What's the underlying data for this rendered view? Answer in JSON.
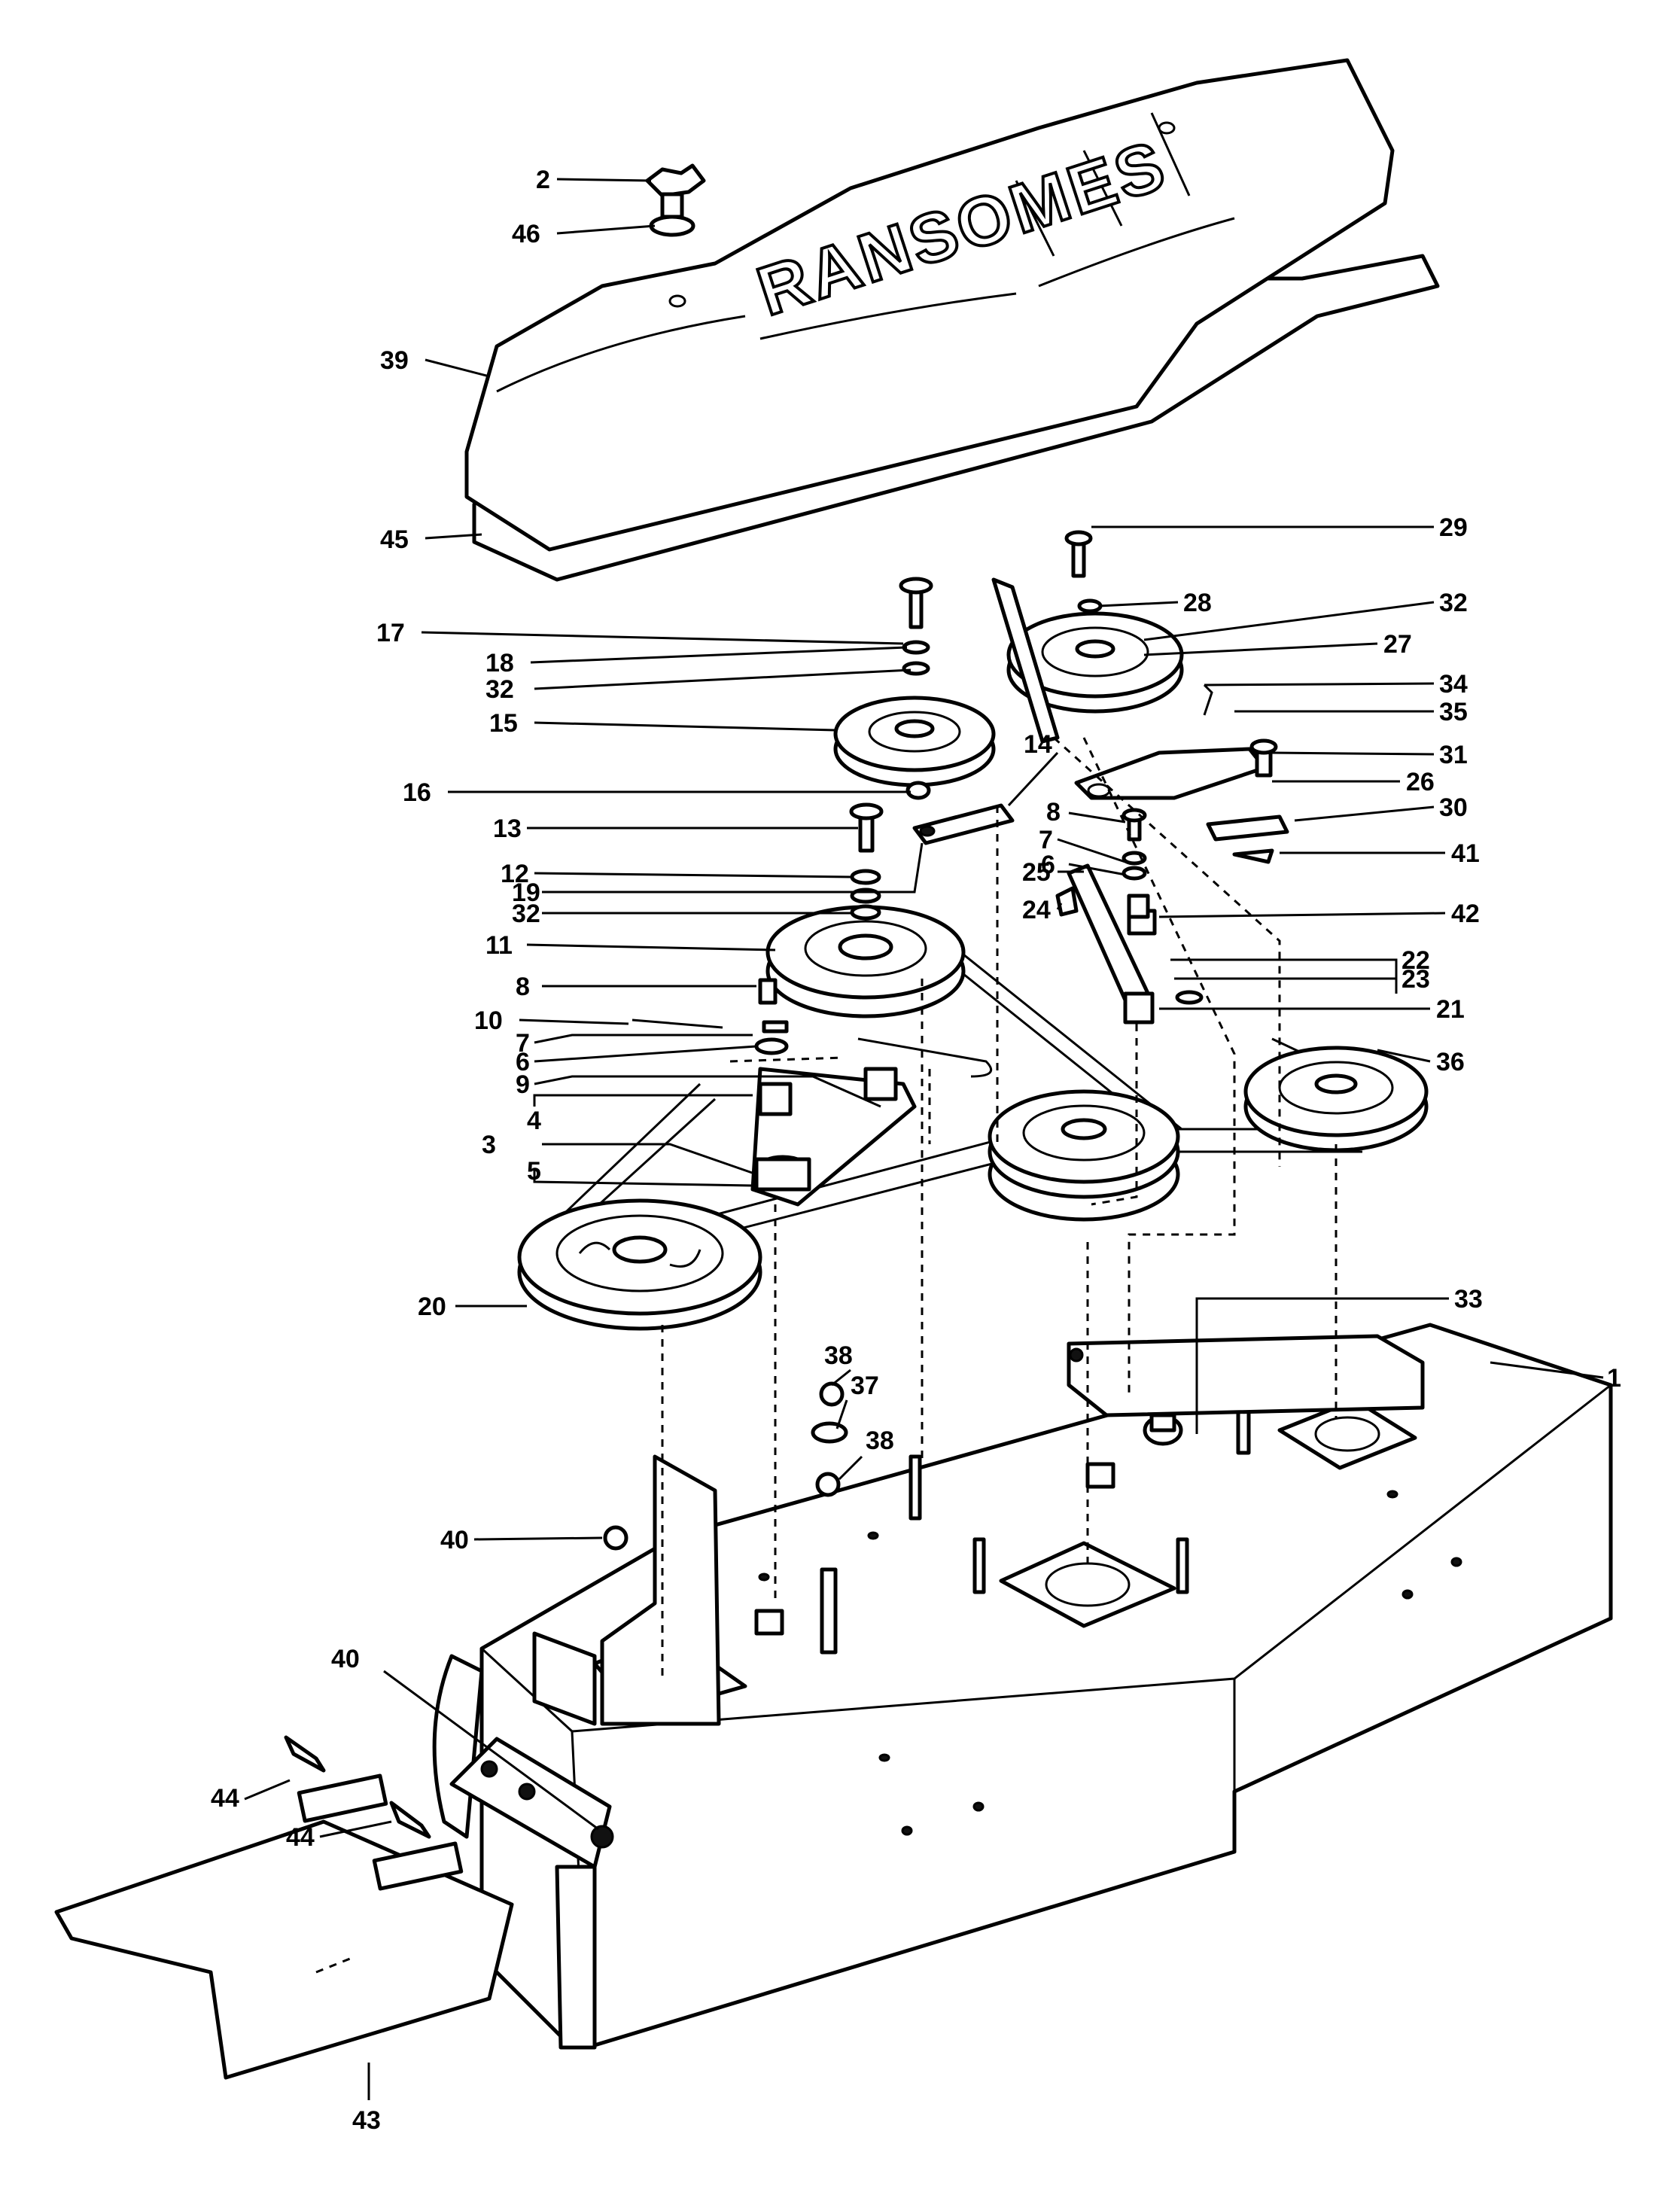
{
  "brand_text": "RANSOMES",
  "callouts": [
    {
      "id": "c2",
      "text": "2"
    },
    {
      "id": "c46",
      "text": "46"
    },
    {
      "id": "c39",
      "text": "39"
    },
    {
      "id": "c45",
      "text": "45"
    },
    {
      "id": "c29",
      "text": "29"
    },
    {
      "id": "c28",
      "text": "28"
    },
    {
      "id": "c32a",
      "text": "32"
    },
    {
      "id": "c27",
      "text": "27"
    },
    {
      "id": "c17",
      "text": "17"
    },
    {
      "id": "c18",
      "text": "18"
    },
    {
      "id": "c32b",
      "text": "32"
    },
    {
      "id": "c15",
      "text": "15"
    },
    {
      "id": "c34",
      "text": "34"
    },
    {
      "id": "c35",
      "text": "35"
    },
    {
      "id": "c31",
      "text": "31"
    },
    {
      "id": "c26",
      "text": "26"
    },
    {
      "id": "c14",
      "text": "14"
    },
    {
      "id": "c16",
      "text": "16"
    },
    {
      "id": "c13",
      "text": "13"
    },
    {
      "id": "c8a",
      "text": "8"
    },
    {
      "id": "c7a",
      "text": "7"
    },
    {
      "id": "c30",
      "text": "30"
    },
    {
      "id": "c6a",
      "text": "6"
    },
    {
      "id": "c41",
      "text": "41"
    },
    {
      "id": "c12",
      "text": "12"
    },
    {
      "id": "c25",
      "text": "25"
    },
    {
      "id": "c19",
      "text": "19"
    },
    {
      "id": "c24",
      "text": "24"
    },
    {
      "id": "c42",
      "text": "42"
    },
    {
      "id": "c32c",
      "text": "32"
    },
    {
      "id": "c11",
      "text": "11"
    },
    {
      "id": "c22",
      "text": "22"
    },
    {
      "id": "c8b",
      "text": "8"
    },
    {
      "id": "c23",
      "text": "23"
    },
    {
      "id": "c10",
      "text": "10"
    },
    {
      "id": "c21",
      "text": "21"
    },
    {
      "id": "c7b",
      "text": "7"
    },
    {
      "id": "c6b",
      "text": "6"
    },
    {
      "id": "c36",
      "text": "36"
    },
    {
      "id": "c9",
      "text": "9"
    },
    {
      "id": "c4",
      "text": "4"
    },
    {
      "id": "c3",
      "text": "3"
    },
    {
      "id": "c5",
      "text": "5"
    },
    {
      "id": "c20",
      "text": "20"
    },
    {
      "id": "c33",
      "text": "33"
    },
    {
      "id": "c38a",
      "text": "38"
    },
    {
      "id": "c37",
      "text": "37"
    },
    {
      "id": "c1",
      "text": "1"
    },
    {
      "id": "c38b",
      "text": "38"
    },
    {
      "id": "c40a",
      "text": "40"
    },
    {
      "id": "c40b",
      "text": "40"
    },
    {
      "id": "c44a",
      "text": "44"
    },
    {
      "id": "c44b",
      "text": "44"
    },
    {
      "id": "c43",
      "text": "43"
    }
  ]
}
